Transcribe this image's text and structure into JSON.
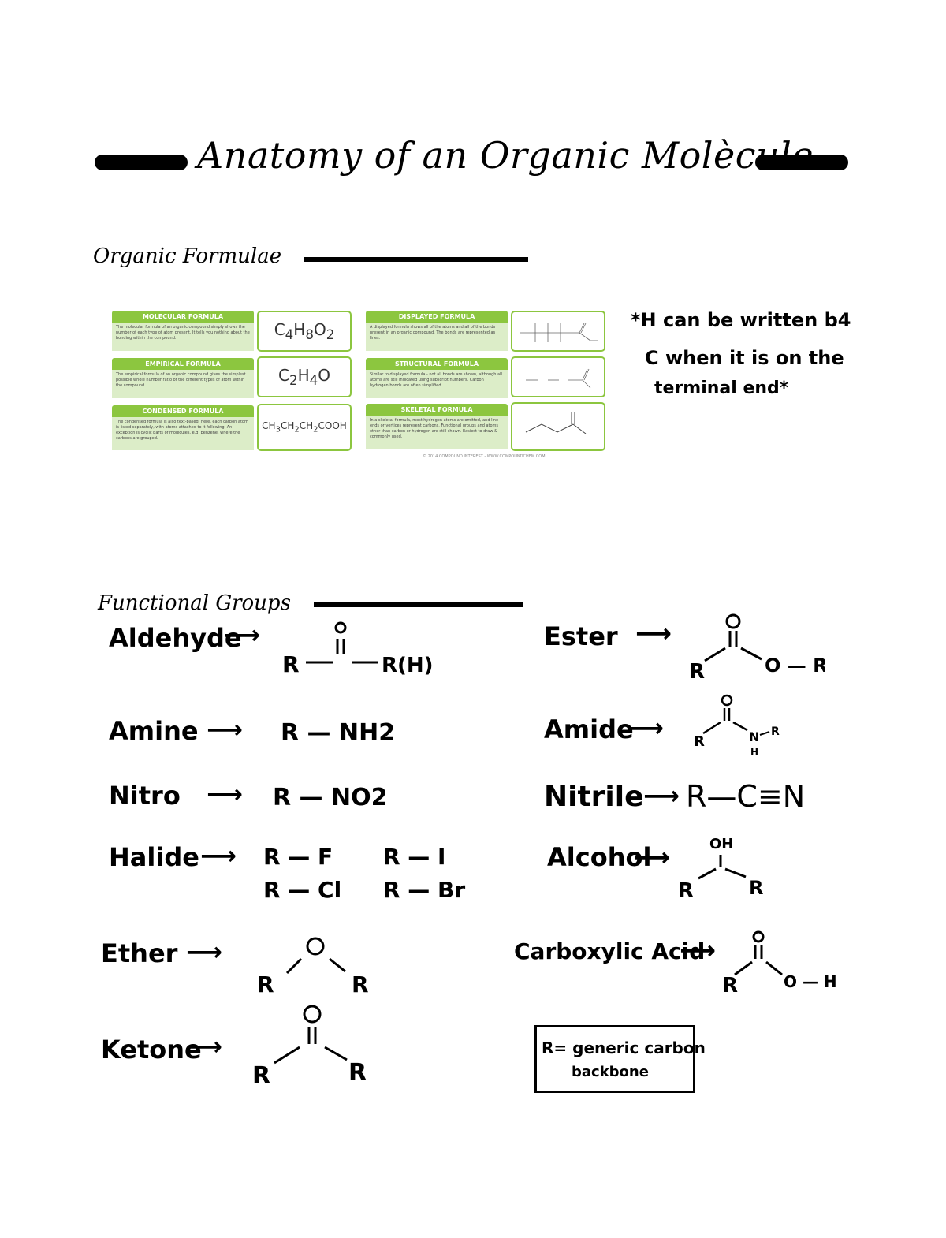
{
  "title": "Anatomy of an Organic Molècule",
  "organic_formulae": {
    "heading": "Organic Formulae",
    "infographic": {
      "molecular": {
        "header": "MOLECULAR FORMULA",
        "desc": "The molecular formula of an organic compound simply shows the number of each type of atom present. It tells you nothing about the bonding within the compound.",
        "formula": "C4H8O2"
      },
      "empirical": {
        "header": "EMPIRICAL FORMULA",
        "desc": "The empirical formula of an organic compound gives the simplest possible whole number ratio of the different types of atom within the compound.",
        "formula": "C2H4O"
      },
      "condensed": {
        "header": "CONDENSED FORMULA",
        "desc": "The condensed formula is also text-based; here, each carbon atom is listed separately, with atoms attached to it following. An exception is cyclic parts of molecules, e.g. benzene, where the carbons are grouped.",
        "formula": "CH3CH2CH2COOH"
      },
      "displayed": {
        "header": "DISPLAYED FORMULA",
        "desc": "A displayed formula shows all of the atoms and all of the bonds present in an organic compound. The bonds are represented as lines."
      },
      "structural": {
        "header": "STRUCTURAL FORMULA",
        "desc": "Similar to displayed formula - not all bonds are shown, although all atoms are still indicated using subscript numbers. Carbon hydrogen bonds are often simplified."
      },
      "skeletal": {
        "header": "SKELETAL FORMULA",
        "desc": "In a skeletal formula, most hydrogen atoms are omitted, and line ends or vertices represent carbons. Functional groups and atoms other than carbon or hydrogen are still shown. Easiest to draw & commonly used."
      },
      "credit": "© 2014 COMPOUND INTEREST - WWW.COMPOUNDCHEM.COM"
    },
    "note": {
      "line1": "*H can be written b4",
      "line2": "C when it is on the",
      "line3": "terminal end*"
    }
  },
  "functional_groups": {
    "heading": "Functional Groups",
    "aldehyde": {
      "label": "Aldehyde",
      "r1": "R",
      "r2": "R(H)",
      "o": "O"
    },
    "amine": {
      "label": "Amine",
      "formula": "R — NH2"
    },
    "nitro": {
      "label": "Nitro",
      "formula": "R — NO2"
    },
    "halide": {
      "label": "Halide",
      "f": "R — F",
      "i": "R — I",
      "cl": "R — Cl",
      "br": "R — Br"
    },
    "ether": {
      "label": "Ether",
      "o": "O",
      "r1": "R",
      "r2": "R"
    },
    "ketone": {
      "label": "Ketone",
      "o": "O",
      "r1": "R",
      "r2": "R"
    },
    "ester": {
      "label": "Ester",
      "o": "O",
      "r": "R",
      "or": "O — R"
    },
    "amide": {
      "label": "Amide",
      "o": "O",
      "r": "R",
      "n": "N",
      "h": "H",
      "nr": "R"
    },
    "nitrile": {
      "label": "Nitrile",
      "formula": "R—C≡N"
    },
    "alcohol": {
      "label": "Alcohol",
      "oh": "OH",
      "r1": "R",
      "r2": "R"
    },
    "carboxylic_acid": {
      "label": "Carboxylic Acid",
      "o": "O",
      "r": "R",
      "oh": "O — H"
    },
    "r_note": {
      "line1": "R= generic carbon",
      "line2": "backbone"
    }
  },
  "arrow": "⟶"
}
